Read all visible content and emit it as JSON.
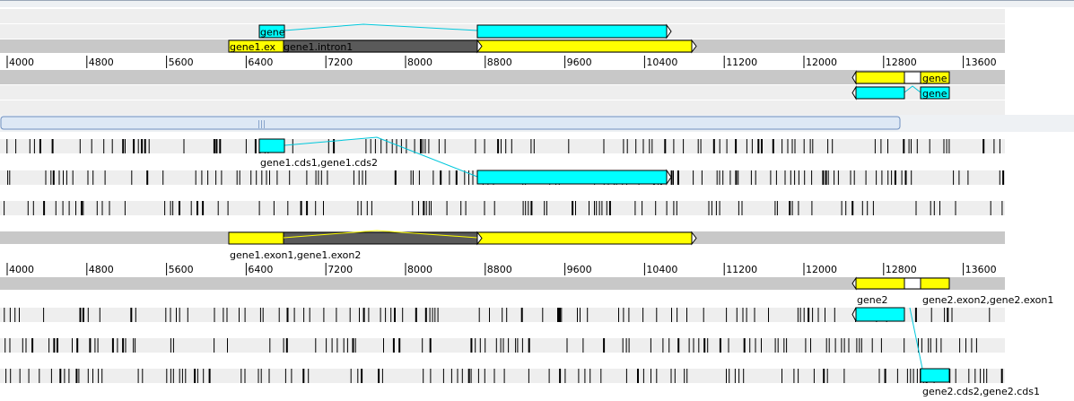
{
  "window": {
    "title": ""
  },
  "colors": {
    "cds": "#00ffff",
    "exon": "#ffff00",
    "intron": "#5a5a5a",
    "utr": "#ffffff",
    "track_light": "#eeeeee",
    "track_dark": "#c8c8c8",
    "stop_codon": "#000000",
    "link_line": "#00c8dc",
    "scroll_thumb": "#dde8f5",
    "scroll_border": "#6e8fbf"
  },
  "ruler": {
    "ticks": [
      "4000",
      "4800",
      "5600",
      "6400",
      "7200",
      "8000",
      "8800",
      "9600",
      "10400",
      "11200",
      "12000",
      "12800",
      "13600"
    ]
  },
  "overview": {
    "labels": {
      "gene1_cds": "gene",
      "gene1_exon": "gene1.ex",
      "gene1_intron": "gene1.intron1",
      "gene2_exon": "gene",
      "gene2_cds": "gene"
    }
  },
  "scrollbar": {
    "grip": "|||"
  },
  "detail": {
    "labels": {
      "gene1_cds": "gene1.cds1,gene1.cds2",
      "gene1_exon": "gene1.exon1,gene1.exon2",
      "gene2_name": "gene2",
      "gene2_exon": "gene2.exon2,gene2.exon1",
      "gene2_cds": "gene2.cds2,gene2.cds1"
    }
  }
}
